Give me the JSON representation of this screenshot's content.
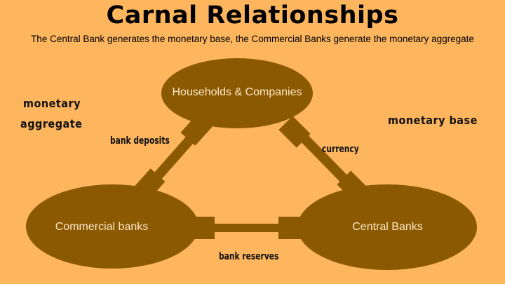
{
  "title": "Carnal Relationships",
  "subtitle": "The Central Bank generates the monetary base, the Commercial Banks generate the monetary aggregate",
  "nodes": {
    "households": "Households & Companies",
    "commercial": "Commercial banks",
    "central": "Central Banks"
  },
  "links": {
    "bank_deposits": "bank deposits",
    "currency": "currency",
    "bank_reserves": "bank reserves"
  },
  "side_labels": {
    "monetary_aggregate_line1": "monetary",
    "monetary_aggregate_line2": "aggregate",
    "monetary_base": "monetary base"
  },
  "colors": {
    "background": "#fdb55e",
    "shape": "#8b5a00",
    "node_text": "#ffe7c8"
  }
}
